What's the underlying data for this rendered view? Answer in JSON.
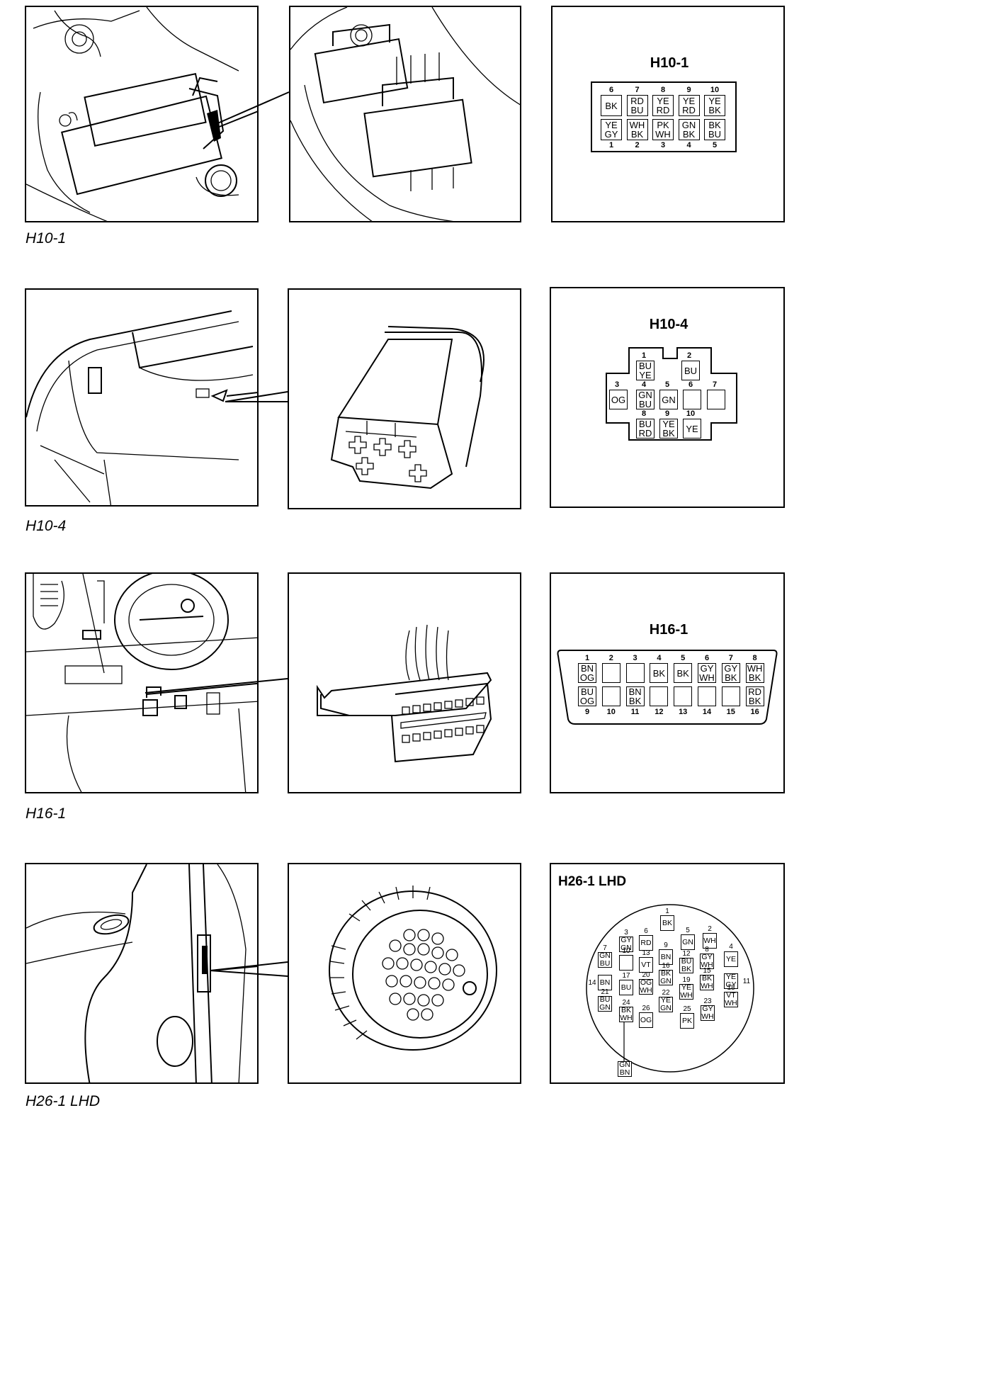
{
  "rows": [
    {
      "caption": "H10-1",
      "pinout": {
        "title": "H10-1",
        "top_numbers": [
          "6",
          "7",
          "8",
          "9",
          "10"
        ],
        "top_cells": [
          "BK",
          "RD\nBU",
          "YE\nRD",
          "YE\nRD",
          "YE\nBK"
        ],
        "bottom_cells": [
          "YE\nGY",
          "WH\nBK",
          "PK\nWH",
          "GN\nBK",
          "BK\nBU"
        ],
        "bottom_numbers": [
          "1",
          "2",
          "3",
          "4",
          "5"
        ]
      }
    },
    {
      "caption": "H10-4",
      "pinout": {
        "title": "H10-4",
        "pins": [
          {
            "n": "1",
            "label": "BU\nYE"
          },
          {
            "n": "2",
            "label": "BU"
          },
          {
            "n": "3",
            "label": "OG"
          },
          {
            "n": "4",
            "label": "GN\nBU"
          },
          {
            "n": "5",
            "label": "GN"
          },
          {
            "n": "6",
            "label": ""
          },
          {
            "n": "7",
            "label": ""
          },
          {
            "n": "8",
            "label": "BU\nRD"
          },
          {
            "n": "9",
            "label": "YE\nBK"
          },
          {
            "n": "10",
            "label": "YE"
          }
        ]
      }
    },
    {
      "caption": "H16-1",
      "pinout": {
        "title": "H16-1",
        "top_numbers": [
          "1",
          "2",
          "3",
          "4",
          "5",
          "6",
          "7",
          "8"
        ],
        "top_cells": [
          "BN\nOG",
          "",
          "",
          "BK",
          "BK",
          "GY\nWH",
          "GY\nBK",
          "WH\nBK"
        ],
        "bottom_cells": [
          "BU\nOG",
          "",
          "BN\nBK",
          "",
          "",
          "",
          "",
          "RD\nBK"
        ],
        "bottom_numbers": [
          "9",
          "10",
          "11",
          "12",
          "13",
          "14",
          "15",
          "16"
        ]
      }
    },
    {
      "caption": "H26-1 LHD",
      "pinout": {
        "title": "H26-1 LHD",
        "pins": [
          {
            "n": "1",
            "label": "BK"
          },
          {
            "n": "2",
            "label": "WH"
          },
          {
            "n": "3",
            "label": "GY\nGN"
          },
          {
            "n": "4",
            "label": "YE"
          },
          {
            "n": "5",
            "label": "GN"
          },
          {
            "n": "6",
            "label": "RD"
          },
          {
            "n": "7",
            "label": "GN\nBU"
          },
          {
            "n": "8",
            "label": "GY\nWH"
          },
          {
            "n": "9",
            "label": "BN"
          },
          {
            "n": "10",
            "label": ""
          },
          {
            "n": "11",
            "label": "YE\nGY"
          },
          {
            "n": "12",
            "label": "BU\nBK"
          },
          {
            "n": "13",
            "label": "VT"
          },
          {
            "n": "14",
            "label": "BN"
          },
          {
            "n": "15",
            "label": "BK\nWH"
          },
          {
            "n": "16",
            "label": "BK\nGN"
          },
          {
            "n": "17",
            "label": "BU"
          },
          {
            "n": "18",
            "label": "VT\nWH"
          },
          {
            "n": "19",
            "label": "YE\nWH"
          },
          {
            "n": "20",
            "label": "OG\nWH"
          },
          {
            "n": "21",
            "label": "BU\nGN"
          },
          {
            "n": "22",
            "label": "YE\nGN"
          },
          {
            "n": "23",
            "label": "GY\nWH"
          },
          {
            "n": "24",
            "label": "BK\nWH"
          },
          {
            "n": "25",
            "label": "PK"
          },
          {
            "n": "26",
            "label": "OG"
          }
        ],
        "extra_wire": "GN\nBN"
      }
    }
  ]
}
